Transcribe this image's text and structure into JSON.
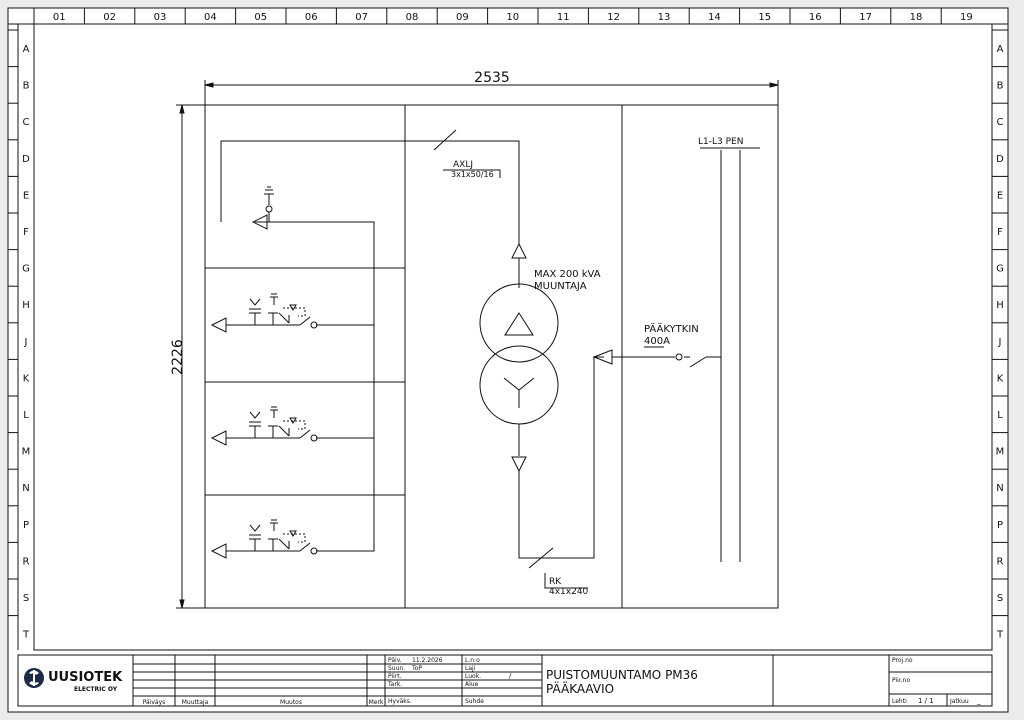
{
  "grid": {
    "columns": [
      "01",
      "02",
      "03",
      "04",
      "05",
      "06",
      "07",
      "08",
      "09",
      "10",
      "11",
      "12",
      "13",
      "14",
      "15",
      "16",
      "17",
      "18",
      "19"
    ],
    "rows": [
      "A",
      "B",
      "C",
      "D",
      "E",
      "F",
      "G",
      "H",
      "J",
      "K",
      "L",
      "M",
      "N",
      "P",
      "R",
      "S",
      "T"
    ]
  },
  "dimensions": {
    "width": "2535",
    "height": "2226"
  },
  "cable_in": {
    "type": "AXLJ",
    "size": "3x1x50/16"
  },
  "transformer": {
    "rating": "MAX 200 kVA",
    "name": "MUUNTAJA"
  },
  "cable_out": {
    "type": "RK",
    "size": "4x1x240"
  },
  "busbar": {
    "label": "L1-L3 PEN"
  },
  "main_switch": {
    "name": "PÄÄKYTKIN",
    "rating": "400A"
  },
  "company": {
    "name": "UUSIOTEK",
    "subtitle": "ELECTRIC OY"
  },
  "title_block": {
    "revision_headers": {
      "date": "Päiväys",
      "modifier": "Muuttaja",
      "change": "Muutos",
      "mark": "Merk"
    },
    "date_label": "Päiv.",
    "date_value": "11.2.2026",
    "designed_label": "Suun.",
    "designed_value": "ToP",
    "drawn_label": "Piirt.",
    "checked_label": "Tark.",
    "approved_label": "Hyväks.",
    "number_label": "L.n:o",
    "type_label": "Laji",
    "class_label": "Luok.",
    "class_value": "/",
    "area_label": "Alue",
    "ratio_label": "Suhde",
    "title_line1": "PUISTOMUUNTAMO PM36",
    "title_line2": "PÄÄKAAVIO",
    "project_label": "Proj.no",
    "drawing_label": "Piir.no",
    "sheet_label": "Lehti",
    "sheet_value": "1 / 1",
    "continues_label": "Jatkuu",
    "continues_value": "_"
  }
}
